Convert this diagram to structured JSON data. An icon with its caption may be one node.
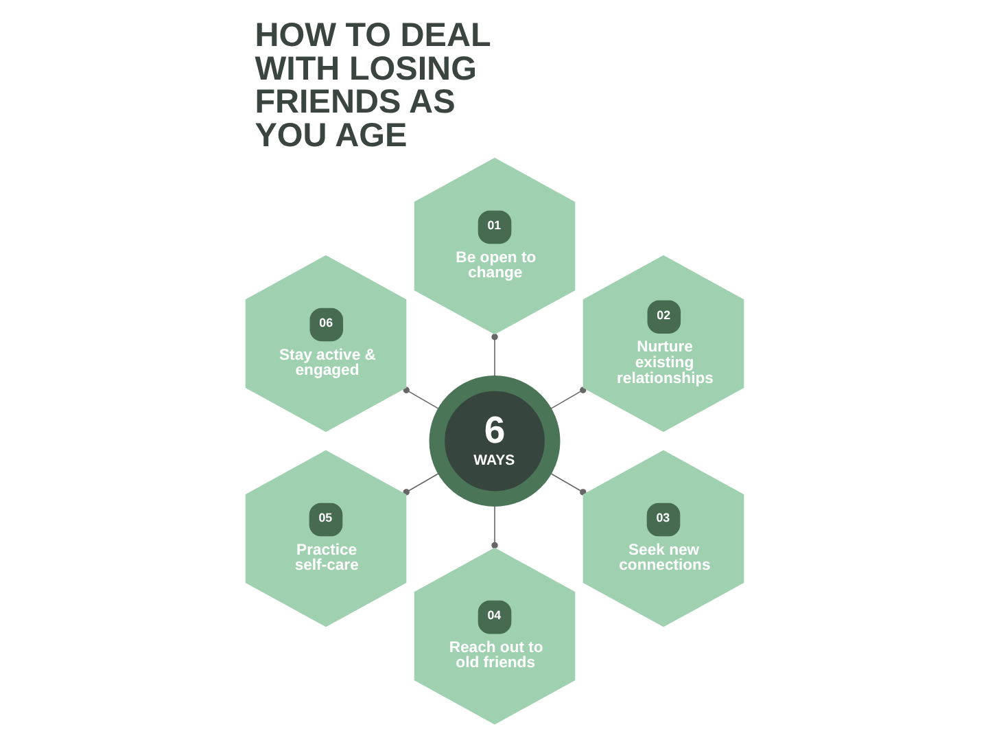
{
  "diagram": {
    "title": "HOW TO DEAL WITH LOSING FRIENDS AS YOU AGE",
    "nodes": [
      {
        "text": [
          "6",
          "WAYS"
        ]
      },
      {
        "text": [
          "01",
          "Be open to change"
        ]
      },
      {
        "text": [
          "02",
          "Nurture existing relationships"
        ]
      },
      {
        "text": [
          "03",
          "Seek new connections"
        ]
      },
      {
        "text": [
          "04",
          "Reach out to old friends"
        ]
      },
      {
        "text": [
          "05",
          "Practice self-care"
        ]
      },
      {
        "text": [
          "06",
          "Stay active & engaged"
        ]
      }
    ],
    "edges": [
      {
        "from": 0,
        "to": 1,
        "arrow": "other"
      },
      {
        "from": 0,
        "to": 2,
        "arrow": "other"
      },
      {
        "from": 0,
        "to": 3,
        "arrow": "other"
      },
      {
        "from": 0,
        "to": 4,
        "arrow": "other"
      },
      {
        "from": 0,
        "to": 5,
        "arrow": "other"
      },
      {
        "from": 0,
        "to": 6,
        "arrow": "other"
      }
    ]
  }
}
